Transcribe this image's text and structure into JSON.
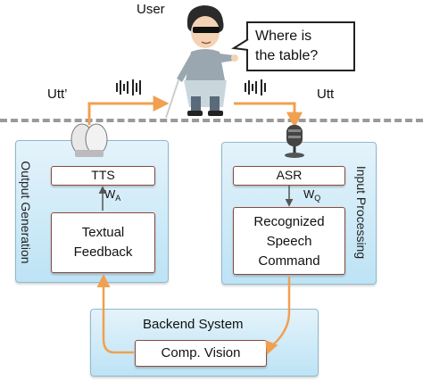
{
  "labels": {
    "user": "User",
    "utt_prime": "Utt’",
    "utt": "Utt",
    "speech": [
      "Where is",
      "the table?"
    ]
  },
  "panels": {
    "output_generation": "Output Generation",
    "input_processing": "Input Processing",
    "backend_system": "Backend System"
  },
  "boxes": {
    "tts": "TTS",
    "textual_feedback": [
      "Textual",
      "Feedback"
    ],
    "asr": "ASR",
    "recognized_command": [
      "Recognized",
      "Speech",
      "Command"
    ],
    "comp_vision": "Comp. Vision"
  },
  "weights": {
    "wa": {
      "base": "W",
      "sub": "A"
    },
    "wq": {
      "base": "W",
      "sub": "Q"
    }
  },
  "colors": {
    "arrow": "#f0a050",
    "panel_top": "#e4f3fb",
    "panel_bottom": "#bde3f5",
    "box_border": "#8a4a3a",
    "divider": "#9a9a9a"
  }
}
